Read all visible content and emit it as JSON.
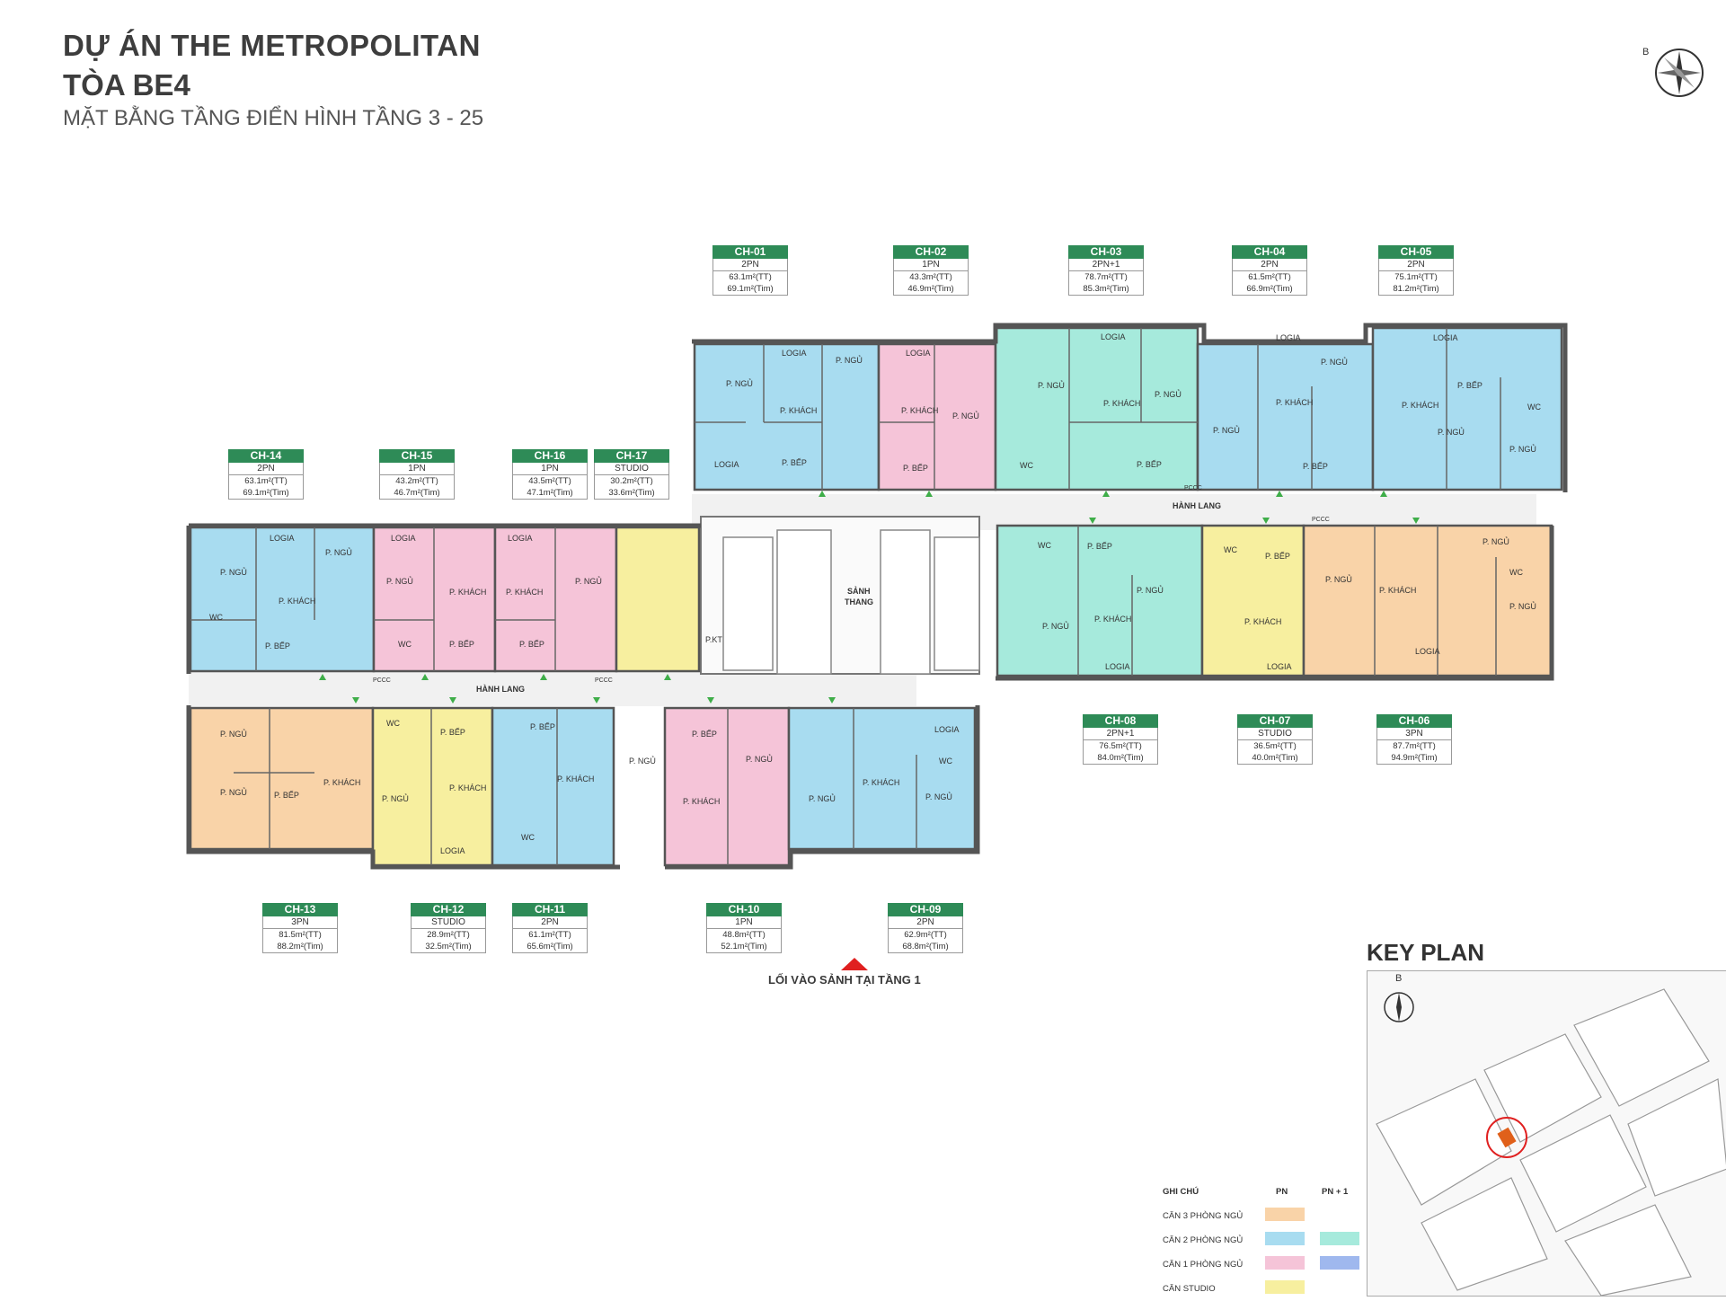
{
  "header": {
    "title": "DỰ ÁN THE METROPOLITAN",
    "subtitle": "TÒA BE4",
    "caption": "MẶT BẰNG TẦNG ĐIỂN HÌNH TẦNG 3 - 25"
  },
  "compass": {
    "north_label": "B"
  },
  "colors": {
    "three_bed": "#f9d3a8",
    "two_bed": "#a8dcf0",
    "two_bed_plus": "#a6eadc",
    "one_bed": "#f5c4d8",
    "studio": "#f7ef9f",
    "tag_header": "#2e8b57",
    "arrow": "#3fae49",
    "entry_arrow": "#e02020"
  },
  "units": [
    {
      "id": "ch01",
      "code": "CH-01",
      "type": "2PN",
      "tt": "63.1m²(TT)",
      "tim": "69.1m²(Tim)"
    },
    {
      "id": "ch02",
      "code": "CH-02",
      "type": "1PN",
      "tt": "43.3m²(TT)",
      "tim": "46.9m²(Tim)"
    },
    {
      "id": "ch03",
      "code": "CH-03",
      "type": "2PN+1",
      "tt": "78.7m²(TT)",
      "tim": "85.3m²(Tim)"
    },
    {
      "id": "ch04",
      "code": "CH-04",
      "type": "2PN",
      "tt": "61.5m²(TT)",
      "tim": "66.9m²(Tim)"
    },
    {
      "id": "ch05",
      "code": "CH-05",
      "type": "2PN",
      "tt": "75.1m²(TT)",
      "tim": "81.2m²(Tim)"
    },
    {
      "id": "ch06",
      "code": "CH-06",
      "type": "3PN",
      "tt": "87.7m²(TT)",
      "tim": "94.9m²(Tim)"
    },
    {
      "id": "ch07",
      "code": "CH-07",
      "type": "STUDIO",
      "tt": "36.5m²(TT)",
      "tim": "40.0m²(Tim)"
    },
    {
      "id": "ch08",
      "code": "CH-08",
      "type": "2PN+1",
      "tt": "76.5m²(TT)",
      "tim": "84.0m²(Tim)"
    },
    {
      "id": "ch09",
      "code": "CH-09",
      "type": "2PN",
      "tt": "62.9m²(TT)",
      "tim": "68.8m²(Tim)"
    },
    {
      "id": "ch10",
      "code": "CH-10",
      "type": "1PN",
      "tt": "48.8m²(TT)",
      "tim": "52.1m²(Tim)"
    },
    {
      "id": "ch11",
      "code": "CH-11",
      "type": "2PN",
      "tt": "61.1m²(TT)",
      "tim": "65.6m²(Tim)"
    },
    {
      "id": "ch12",
      "code": "CH-12",
      "type": "STUDIO",
      "tt": "28.9m²(TT)",
      "tim": "32.5m²(Tim)"
    },
    {
      "id": "ch13",
      "code": "CH-13",
      "type": "3PN",
      "tt": "81.5m²(TT)",
      "tim": "88.2m²(Tim)"
    },
    {
      "id": "ch14",
      "code": "CH-14",
      "type": "2PN",
      "tt": "63.1m²(TT)",
      "tim": "69.1m²(Tim)"
    },
    {
      "id": "ch15",
      "code": "CH-15",
      "type": "1PN",
      "tt": "43.2m²(TT)",
      "tim": "46.7m²(Tim)"
    },
    {
      "id": "ch16",
      "code": "CH-16",
      "type": "1PN",
      "tt": "43.5m²(TT)",
      "tim": "47.1m²(Tim)"
    },
    {
      "id": "ch17",
      "code": "CH-17",
      "type": "STUDIO",
      "tt": "30.2m²(TT)",
      "tim": "33.6m²(Tim)"
    }
  ],
  "room_labels": {
    "logia": "LOGIA",
    "ngu": "P. NGỦ",
    "khach": "P. KHÁCH",
    "bep": "P. BẾP",
    "wc": "WC",
    "pccc": "PCCC",
    "hanh_lang": "HÀNH LANG",
    "sanh": "SẢNH",
    "thang": "THANG",
    "pkt": "P.KT"
  },
  "entry": {
    "label": "LỐI VÀO SẢNH TẠI TẦNG 1"
  },
  "key_plan": {
    "title": "KEY PLAN",
    "north_label": "B"
  },
  "legend": {
    "col_note": "GHI CHÚ",
    "col_pn": "PN",
    "col_pn_plus": "PN + 1",
    "rows": [
      {
        "label": "CĂN 3 PHÒNG NGỦ",
        "pn_color": "#f9d3a8",
        "plus_color": ""
      },
      {
        "label": "CĂN 2 PHÒNG NGỦ",
        "pn_color": "#a8dcf0",
        "plus_color": "#a6eadc"
      },
      {
        "label": "CĂN 1 PHÒNG NGỦ",
        "pn_color": "#f5c4d8",
        "plus_color": "#9fb8ee"
      },
      {
        "label": "CĂN STUDIO",
        "pn_color": "#f7ef9f",
        "plus_color": ""
      }
    ]
  }
}
